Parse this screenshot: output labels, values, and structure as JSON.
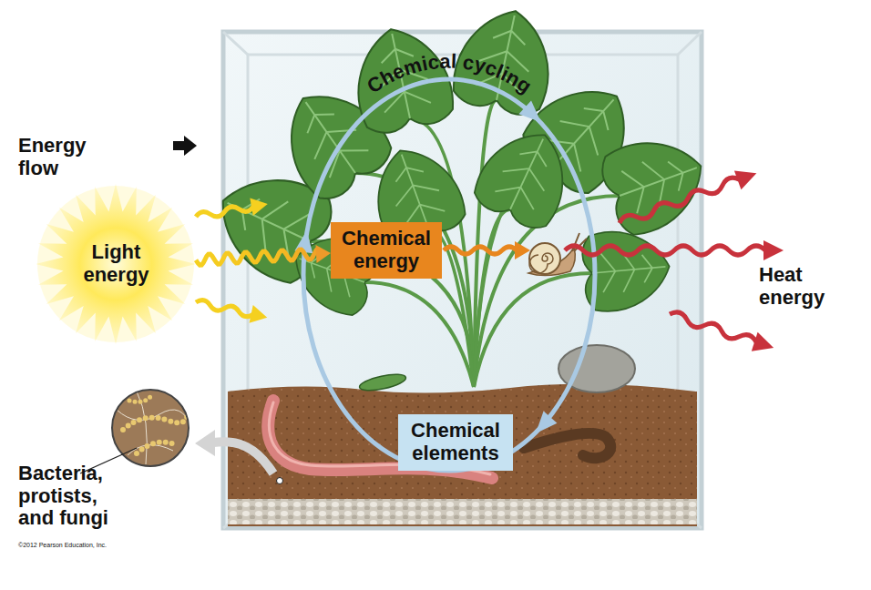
{
  "diagram": {
    "nodes": [
      {
        "text": [
          "Light energy"
        ]
      },
      {
        "text": [
          "Chemical energy"
        ]
      },
      {
        "text": [
          "Chemical elements"
        ]
      }
    ],
    "edges": [
      {
        "from": 0,
        "to": 1,
        "arrow": "to"
      }
    ],
    "labels": [
      "Chemical cycling",
      "Heat energy",
      "Bacteria, protists, and fungi",
      "©2012 Pearson Education, Inc."
    ],
    "legend": [
      {
        "text": "Energy flow"
      }
    ]
  }
}
